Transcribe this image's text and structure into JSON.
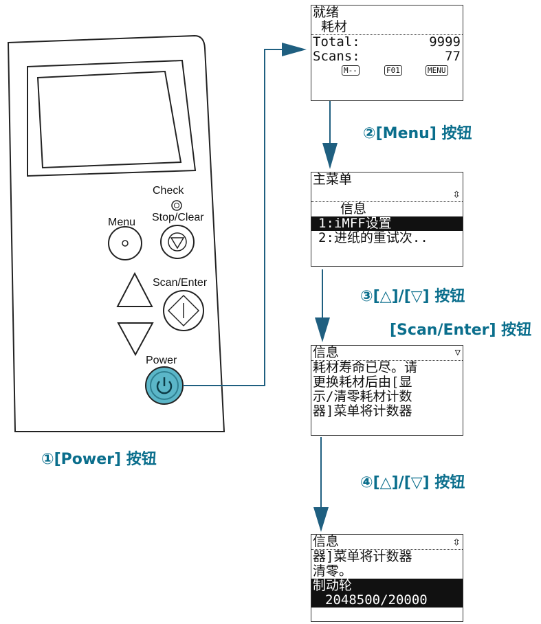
{
  "panel": {
    "check_label": "Check",
    "menu_label": "Menu",
    "stop_label": "Stop/Clear",
    "scan_label": "Scan/Enter",
    "power_label": "Power"
  },
  "captions": {
    "power": "①[Power] 按钮",
    "menu": "②[Menu] 按钮",
    "updown1": "③[△]/[▽] 按钮",
    "scan": "[Scan/Enter] 按钮",
    "updown2": "④[△]/[▽] 按钮"
  },
  "screen1": {
    "line1": "就绪",
    "line2": "耗材",
    "total_label": "Total:",
    "total_value": "9999",
    "scans_label": "Scans:",
    "scans_value": "77",
    "softkeys": [
      "M--",
      "F01",
      "MENU"
    ]
  },
  "screen2": {
    "title": "主菜单",
    "scroll_icon": "⇳",
    "item0": "信息",
    "item1": "1:iMFF设置",
    "item2": "2:进纸的重试次.."
  },
  "screen3": {
    "title": "信息",
    "scroll_icon": "▽",
    "lines": [
      "耗材寿命已尽。请",
      "更换耗材后由[显",
      "示/清零耗材计数",
      "器]菜单将计数器"
    ]
  },
  "screen4": {
    "title": "信息",
    "scroll_icon": "⇳",
    "lines": [
      "器]菜单将计数器",
      "清零。"
    ],
    "inv_line1": "制动轮",
    "inv_line2": "2048500/20000"
  },
  "colors": {
    "accent": "#0a6e8c",
    "power_button": "#5bb6c8",
    "arrow": "#1f5f80"
  }
}
